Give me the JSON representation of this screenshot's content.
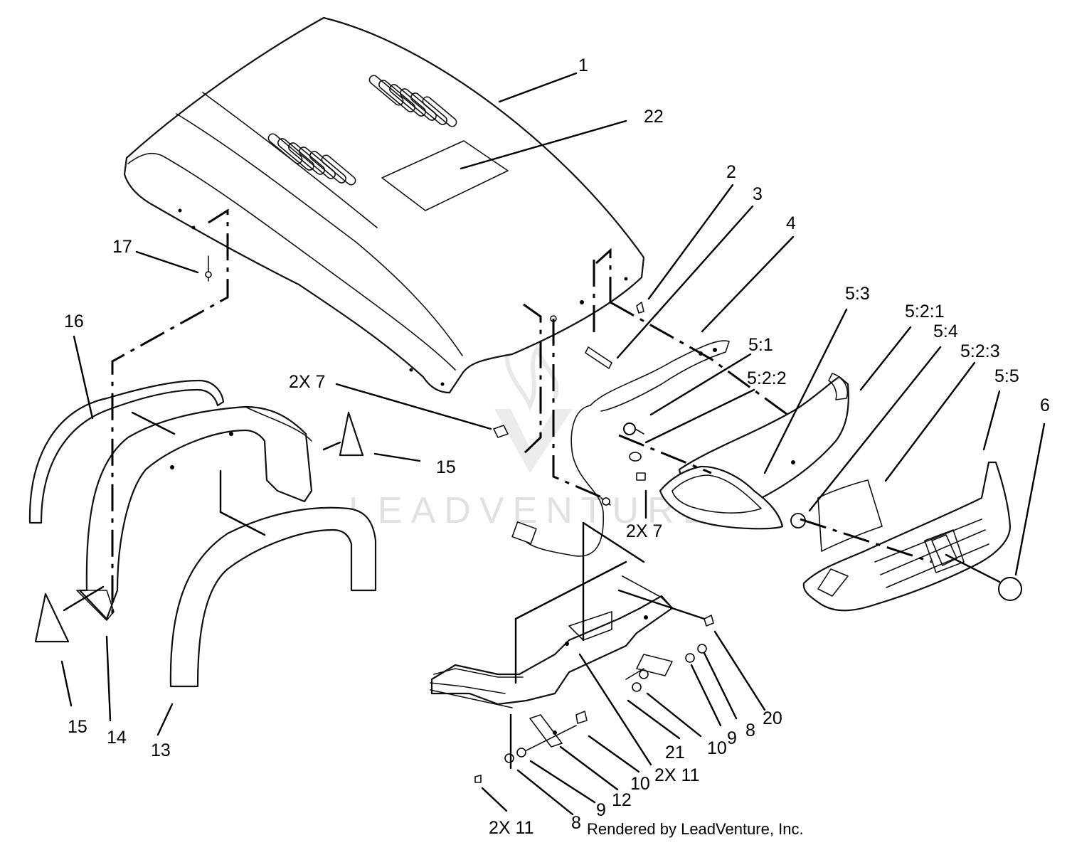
{
  "callouts": [
    {
      "id": "c1",
      "label": "1"
    },
    {
      "id": "c22",
      "label": "22"
    },
    {
      "id": "c2",
      "label": "2"
    },
    {
      "id": "c3",
      "label": "3"
    },
    {
      "id": "c4",
      "label": "4"
    },
    {
      "id": "c17",
      "label": "17"
    },
    {
      "id": "c16",
      "label": "16"
    },
    {
      "id": "c5_3",
      "label": "5:3"
    },
    {
      "id": "c5_2_1",
      "label": "5:2:1"
    },
    {
      "id": "c5_4",
      "label": "5:4"
    },
    {
      "id": "c5_2_3",
      "label": "5:2:3"
    },
    {
      "id": "c5_5",
      "label": "5:5"
    },
    {
      "id": "c6",
      "label": "6"
    },
    {
      "id": "c5_1",
      "label": "5:1"
    },
    {
      "id": "c5_2_2",
      "label": "5:2:2"
    },
    {
      "id": "c2x7a",
      "label": "2X 7"
    },
    {
      "id": "c15a",
      "label": "15"
    },
    {
      "id": "c2x7b",
      "label": "2X 7"
    },
    {
      "id": "c15b",
      "label": "15"
    },
    {
      "id": "c14",
      "label": "14"
    },
    {
      "id": "c13",
      "label": "13"
    },
    {
      "id": "c20",
      "label": "20"
    },
    {
      "id": "c8a",
      "label": "8"
    },
    {
      "id": "c9a",
      "label": "9"
    },
    {
      "id": "c10a",
      "label": "10"
    },
    {
      "id": "c21",
      "label": "21"
    },
    {
      "id": "c2x11a",
      "label": "2X 11"
    },
    {
      "id": "c10b",
      "label": "10"
    },
    {
      "id": "c12",
      "label": "12"
    },
    {
      "id": "c9b",
      "label": "9"
    },
    {
      "id": "c8b",
      "label": "8"
    },
    {
      "id": "c2x11b",
      "label": "2X 11"
    }
  ],
  "credit": "Rendered by LeadVenture, Inc.",
  "watermark": "LEADVENTURE"
}
